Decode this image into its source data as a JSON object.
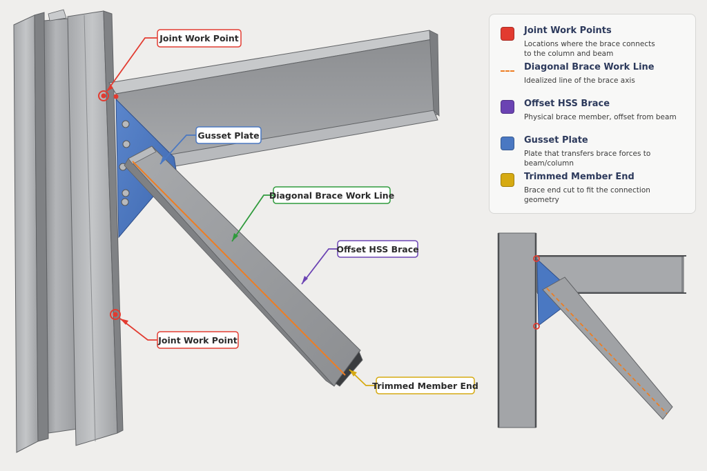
{
  "callouts": {
    "joint_work_point_top": "Joint Work Point",
    "gusset_plate": "Gusset Plate",
    "diagonal_brace_work_line": "Diagonal Brace Work Line",
    "offset_hss_brace": "Offset HSS Brace",
    "joint_work_point_bottom": "Joint Work Point",
    "trimmed_member_end": "Trimmed Member End"
  },
  "legend": {
    "items": [
      {
        "title": "Joint Work Points",
        "desc": "Locations where the brace connects\nto the column and beam",
        "color": "#e23b30",
        "icon": "red-square-icon"
      },
      {
        "title": "Diagonal Brace Work Line",
        "desc": "Idealized line of the brace axis",
        "color": "#ee7d22",
        "icon": "orange-dashed-line-icon"
      },
      {
        "title": "Offset HSS Brace",
        "desc": "Physical brace member, offset from beam",
        "color": "#6b43b3",
        "icon": "purple-square-icon"
      },
      {
        "title": "Gusset Plate",
        "desc": "Plate that transfers brace forces to beam/column",
        "color": "#4a78c2",
        "icon": "blue-square-icon"
      },
      {
        "title": "Trimmed Member End",
        "desc": "Brace end cut to fit the connection geometry",
        "color": "#d6aa12",
        "icon": "yellow-square-icon"
      }
    ]
  },
  "colors": {
    "joint": "#e23b30",
    "workline": "#ee7d22",
    "hss": "#6b43b3",
    "gusset": "#4a78c2",
    "trim": "#d6aa12",
    "workline_callout": "#2f9a3c"
  }
}
